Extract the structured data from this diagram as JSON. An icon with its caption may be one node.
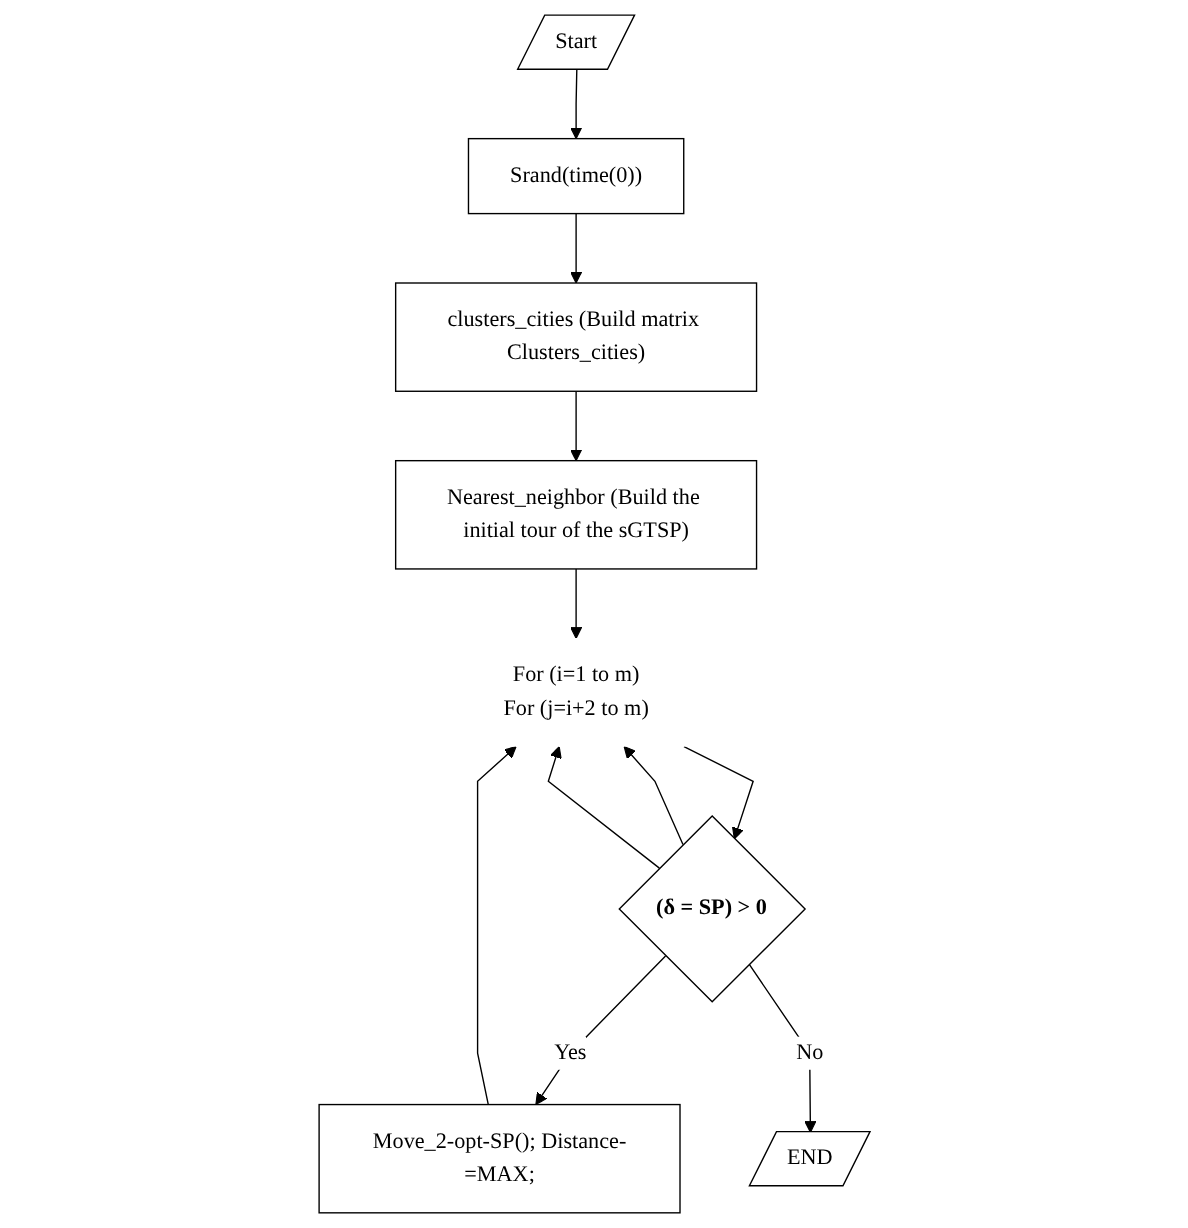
{
  "diagram": {
    "nodes": [
      {
        "text": [
          "Start"
        ]
      },
      {
        "text": [
          "Srand(time(0))"
        ]
      },
      {
        "text": [
          "clusters_cities (Build matrix Clusters_cities)"
        ]
      },
      {
        "text": [
          "Nearest_neighbor (Build the initial tour of the sGTSP)"
        ]
      },
      {
        "text": [
          "For (i=1 to m)",
          "For (j=i+2 to m)"
        ]
      },
      {
        "text": [
          "(δ = SP) > 0"
        ]
      },
      {
        "text": [
          "Move_2-opt-SP(); Distance-=MAX;"
        ]
      },
      {
        "text": [
          "END"
        ]
      }
    ],
    "edges": [
      {
        "from": 0,
        "to": 1,
        "arrow": "to"
      },
      {
        "from": 1,
        "to": 2,
        "arrow": "to"
      },
      {
        "from": 2,
        "to": 3,
        "arrow": "to"
      },
      {
        "from": 3,
        "to": 4,
        "arrow": "to"
      },
      {
        "from": 4,
        "to": 5,
        "arrow": "to"
      },
      {
        "from": 5,
        "to": 6,
        "label": "Yes",
        "arrow": "to"
      },
      {
        "from": 6,
        "to": 4,
        "arrow": "to"
      },
      {
        "from": 5,
        "to": 4,
        "arrow": "to"
      },
      {
        "from": 5,
        "to": 4,
        "arrow": "to"
      },
      {
        "from": 5,
        "to": 7,
        "label": "No",
        "arrow": "to"
      }
    ]
  }
}
